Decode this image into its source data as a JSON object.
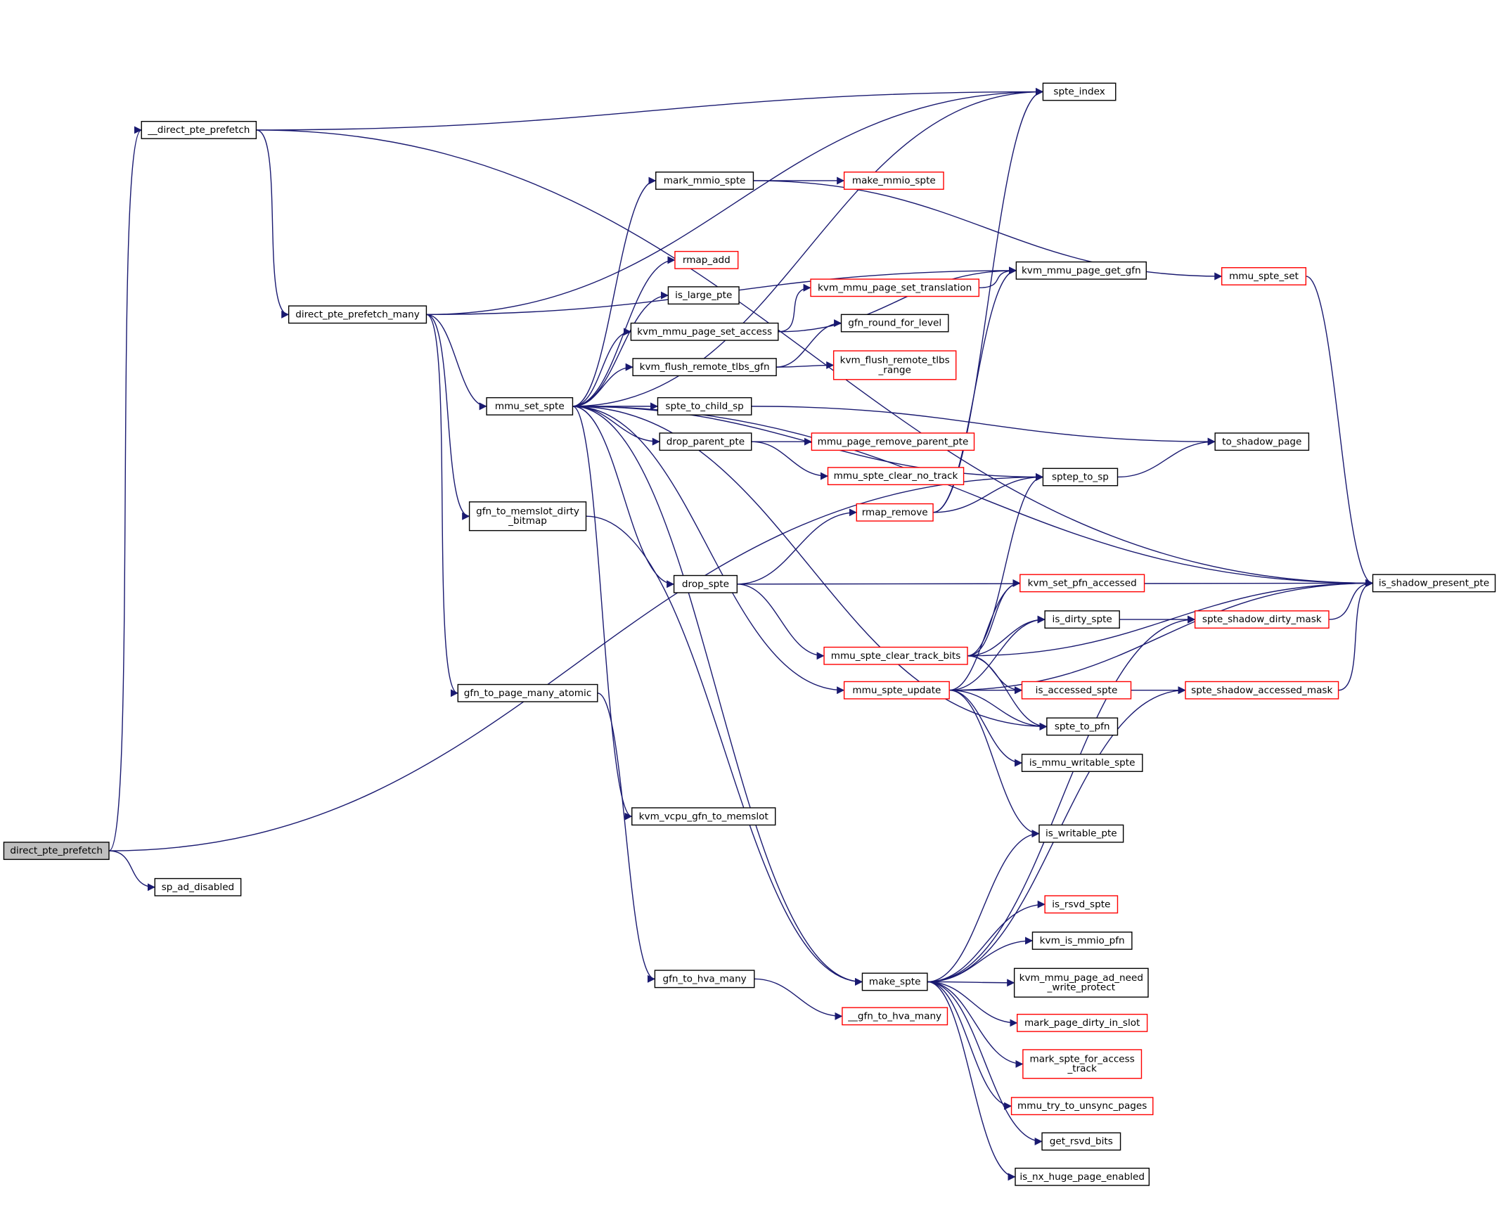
{
  "colors": {
    "edge": "#191970",
    "border_normal": "#000000",
    "border_truncated": "#ff0000",
    "fill_root": "#bfbfbf",
    "fill_normal": "#ffffff"
  },
  "nodes": [
    {
      "id": "direct_pte_prefetch",
      "lines": [
        "direct_pte_prefetch"
      ],
      "style": "root"
    },
    {
      "id": "__direct_pte_prefetch",
      "lines": [
        "__direct_pte_prefetch"
      ],
      "style": "normal"
    },
    {
      "id": "sp_ad_disabled",
      "lines": [
        "sp_ad_disabled"
      ],
      "style": "normal"
    },
    {
      "id": "sptep_to_sp",
      "lines": [
        "sptep_to_sp"
      ],
      "style": "normal"
    },
    {
      "id": "direct_pte_prefetch_many",
      "lines": [
        "direct_pte_prefetch_many"
      ],
      "style": "normal"
    },
    {
      "id": "is_shadow_present_pte",
      "lines": [
        "is_shadow_present_pte"
      ],
      "style": "normal"
    },
    {
      "id": "spte_index",
      "lines": [
        "spte_index"
      ],
      "style": "normal"
    },
    {
      "id": "gfn_to_memslot_dirty_bitmap",
      "lines": [
        "gfn_to_memslot_dirty",
        "_bitmap"
      ],
      "style": "normal"
    },
    {
      "id": "gfn_to_page_many_atomic",
      "lines": [
        "gfn_to_page_many_atomic"
      ],
      "style": "normal"
    },
    {
      "id": "kvm_mmu_page_get_gfn",
      "lines": [
        "kvm_mmu_page_get_gfn"
      ],
      "style": "normal"
    },
    {
      "id": "mmu_set_spte",
      "lines": [
        "mmu_set_spte"
      ],
      "style": "normal"
    },
    {
      "id": "make_spte",
      "lines": [
        "make_spte"
      ],
      "style": "normal"
    },
    {
      "id": "gfn_to_hva_many",
      "lines": [
        "gfn_to_hva_many"
      ],
      "style": "normal"
    },
    {
      "id": "__gfn_to_hva_many",
      "lines": [
        "__gfn_to_hva_many"
      ],
      "style": "truncated"
    },
    {
      "id": "drop_parent_pte",
      "lines": [
        "drop_parent_pte"
      ],
      "style": "normal"
    },
    {
      "id": "drop_spte",
      "lines": [
        "drop_spte"
      ],
      "style": "normal"
    },
    {
      "id": "is_large_pte",
      "lines": [
        "is_large_pte"
      ],
      "style": "normal"
    },
    {
      "id": "kvm_flush_remote_tlbs_gfn",
      "lines": [
        "kvm_flush_remote_tlbs_gfn"
      ],
      "style": "normal"
    },
    {
      "id": "kvm_mmu_page_set_access",
      "lines": [
        "kvm_mmu_page_set_access"
      ],
      "style": "normal"
    },
    {
      "id": "kvm_vcpu_gfn_to_memslot",
      "lines": [
        "kvm_vcpu_gfn_to_memslot"
      ],
      "style": "normal"
    },
    {
      "id": "mark_mmio_spte",
      "lines": [
        "mark_mmio_spte"
      ],
      "style": "normal"
    },
    {
      "id": "mmu_spte_update",
      "lines": [
        "mmu_spte_update"
      ],
      "style": "truncated"
    },
    {
      "id": "rmap_add",
      "lines": [
        "rmap_add"
      ],
      "style": "truncated"
    },
    {
      "id": "spte_to_child_sp",
      "lines": [
        "spte_to_child_sp"
      ],
      "style": "normal"
    },
    {
      "id": "spte_to_pfn",
      "lines": [
        "spte_to_pfn"
      ],
      "style": "normal"
    },
    {
      "id": "mmu_page_remove_parent_pte",
      "lines": [
        "mmu_page_remove_parent_pte"
      ],
      "style": "truncated"
    },
    {
      "id": "mmu_spte_clear_no_track",
      "lines": [
        "mmu_spte_clear_no_track"
      ],
      "style": "truncated"
    },
    {
      "id": "mmu_spte_clear_track_bits",
      "lines": [
        "mmu_spte_clear_track_bits"
      ],
      "style": "truncated"
    },
    {
      "id": "rmap_remove",
      "lines": [
        "rmap_remove"
      ],
      "style": "truncated"
    },
    {
      "id": "is_accessed_spte",
      "lines": [
        "is_accessed_spte"
      ],
      "style": "truncated"
    },
    {
      "id": "is_dirty_spte",
      "lines": [
        "is_dirty_spte"
      ],
      "style": "normal"
    },
    {
      "id": "kvm_set_pfn_accessed",
      "lines": [
        "kvm_set_pfn_accessed"
      ],
      "style": "truncated"
    },
    {
      "id": "spte_shadow_accessed_mask",
      "lines": [
        "spte_shadow_accessed_mask"
      ],
      "style": "truncated"
    },
    {
      "id": "spte_shadow_dirty_mask",
      "lines": [
        "spte_shadow_dirty_mask"
      ],
      "style": "truncated"
    },
    {
      "id": "gfn_round_for_level",
      "lines": [
        "gfn_round_for_level"
      ],
      "style": "normal"
    },
    {
      "id": "kvm_flush_remote_tlbs_range",
      "lines": [
        "kvm_flush_remote_tlbs",
        "_range"
      ],
      "style": "truncated"
    },
    {
      "id": "kvm_mmu_page_set_translation",
      "lines": [
        "kvm_mmu_page_set_translation"
      ],
      "style": "truncated"
    },
    {
      "id": "get_rsvd_bits",
      "lines": [
        "get_rsvd_bits"
      ],
      "style": "normal"
    },
    {
      "id": "is_nx_huge_page_enabled",
      "lines": [
        "is_nx_huge_page_enabled"
      ],
      "style": "normal"
    },
    {
      "id": "is_rsvd_spte",
      "lines": [
        "is_rsvd_spte"
      ],
      "style": "truncated"
    },
    {
      "id": "is_writable_pte",
      "lines": [
        "is_writable_pte"
      ],
      "style": "normal"
    },
    {
      "id": "kvm_is_mmio_pfn",
      "lines": [
        "kvm_is_mmio_pfn"
      ],
      "style": "normal"
    },
    {
      "id": "kvm_mmu_page_ad_need_write_protect",
      "lines": [
        "kvm_mmu_page_ad_need",
        "_write_protect"
      ],
      "style": "normal"
    },
    {
      "id": "mark_page_dirty_in_slot",
      "lines": [
        "mark_page_dirty_in_slot"
      ],
      "style": "truncated"
    },
    {
      "id": "mark_spte_for_access_track",
      "lines": [
        "mark_spte_for_access",
        "_track"
      ],
      "style": "truncated"
    },
    {
      "id": "mmu_try_to_unsync_pages",
      "lines": [
        "mmu_try_to_unsync_pages"
      ],
      "style": "truncated"
    },
    {
      "id": "make_mmio_spte",
      "lines": [
        "make_mmio_spte"
      ],
      "style": "truncated"
    },
    {
      "id": "mmu_spte_set",
      "lines": [
        "mmu_spte_set"
      ],
      "style": "truncated"
    },
    {
      "id": "to_shadow_page",
      "lines": [
        "to_shadow_page"
      ],
      "style": "normal"
    },
    {
      "id": "is_mmu_writable_spte",
      "lines": [
        "is_mmu_writable_spte"
      ],
      "style": "normal"
    }
  ],
  "edges": [
    [
      "direct_pte_prefetch",
      "__direct_pte_prefetch"
    ],
    [
      "direct_pte_prefetch",
      "sp_ad_disabled"
    ],
    [
      "direct_pte_prefetch",
      "sptep_to_sp"
    ],
    [
      "__direct_pte_prefetch",
      "direct_pte_prefetch_many"
    ],
    [
      "__direct_pte_prefetch",
      "is_shadow_present_pte"
    ],
    [
      "__direct_pte_prefetch",
      "spte_index"
    ],
    [
      "direct_pte_prefetch_many",
      "gfn_to_memslot_dirty_bitmap"
    ],
    [
      "direct_pte_prefetch_many",
      "gfn_to_page_many_atomic"
    ],
    [
      "direct_pte_prefetch_many",
      "kvm_mmu_page_get_gfn"
    ],
    [
      "direct_pte_prefetch_many",
      "mmu_set_spte"
    ],
    [
      "direct_pte_prefetch_many",
      "spte_index"
    ],
    [
      "gfn_to_memslot_dirty_bitmap",
      "make_spte"
    ],
    [
      "gfn_to_page_many_atomic",
      "gfn_to_hva_many"
    ],
    [
      "gfn_to_hva_many",
      "__gfn_to_hva_many"
    ],
    [
      "mmu_set_spte",
      "drop_parent_pte"
    ],
    [
      "mmu_set_spte",
      "drop_spte"
    ],
    [
      "mmu_set_spte",
      "is_large_pte"
    ],
    [
      "mmu_set_spte",
      "is_shadow_present_pte"
    ],
    [
      "mmu_set_spte",
      "kvm_flush_remote_tlbs_gfn"
    ],
    [
      "mmu_set_spte",
      "kvm_mmu_page_set_access"
    ],
    [
      "mmu_set_spte",
      "kvm_vcpu_gfn_to_memslot"
    ],
    [
      "mmu_set_spte",
      "make_spte"
    ],
    [
      "mmu_set_spte",
      "mark_mmio_spte"
    ],
    [
      "mmu_set_spte",
      "mmu_spte_update"
    ],
    [
      "mmu_set_spte",
      "rmap_add"
    ],
    [
      "mmu_set_spte",
      "spte_index"
    ],
    [
      "mmu_set_spte",
      "spte_to_child_sp"
    ],
    [
      "mmu_set_spte",
      "spte_to_pfn"
    ],
    [
      "mmu_set_spte",
      "sptep_to_sp"
    ],
    [
      "drop_parent_pte",
      "mmu_page_remove_parent_pte"
    ],
    [
      "drop_parent_pte",
      "mmu_spte_clear_no_track"
    ],
    [
      "drop_spte",
      "is_shadow_present_pte"
    ],
    [
      "drop_spte",
      "mmu_spte_clear_track_bits"
    ],
    [
      "drop_spte",
      "rmap_remove"
    ],
    [
      "mmu_spte_clear_track_bits",
      "is_accessed_spte"
    ],
    [
      "mmu_spte_clear_track_bits",
      "is_dirty_spte"
    ],
    [
      "mmu_spte_clear_track_bits",
      "is_shadow_present_pte"
    ],
    [
      "mmu_spte_clear_track_bits",
      "kvm_set_pfn_accessed"
    ],
    [
      "mmu_spte_clear_track_bits",
      "spte_to_pfn"
    ],
    [
      "mmu_spte_clear_track_bits",
      "sptep_to_sp"
    ],
    [
      "is_accessed_spte",
      "spte_shadow_accessed_mask"
    ],
    [
      "spte_shadow_accessed_mask",
      "is_shadow_present_pte"
    ],
    [
      "is_dirty_spte",
      "spte_shadow_dirty_mask"
    ],
    [
      "spte_shadow_dirty_mask",
      "is_shadow_present_pte"
    ],
    [
      "rmap_remove",
      "kvm_mmu_page_get_gfn"
    ],
    [
      "rmap_remove",
      "spte_index"
    ],
    [
      "rmap_remove",
      "sptep_to_sp"
    ],
    [
      "sptep_to_sp",
      "to_shadow_page"
    ],
    [
      "kvm_flush_remote_tlbs_gfn",
      "gfn_round_for_level"
    ],
    [
      "kvm_flush_remote_tlbs_gfn",
      "kvm_flush_remote_tlbs_range"
    ],
    [
      "kvm_mmu_page_set_access",
      "kvm_mmu_page_get_gfn"
    ],
    [
      "kvm_mmu_page_set_access",
      "kvm_mmu_page_set_translation"
    ],
    [
      "kvm_mmu_page_set_translation",
      "kvm_mmu_page_get_gfn"
    ],
    [
      "make_spte",
      "get_rsvd_bits"
    ],
    [
      "make_spte",
      "is_nx_huge_page_enabled"
    ],
    [
      "make_spte",
      "is_rsvd_spte"
    ],
    [
      "make_spte",
      "is_writable_pte"
    ],
    [
      "make_spte",
      "kvm_is_mmio_pfn"
    ],
    [
      "make_spte",
      "kvm_mmu_page_ad_need_write_protect"
    ],
    [
      "make_spte",
      "mark_page_dirty_in_slot"
    ],
    [
      "make_spte",
      "mark_spte_for_access_track"
    ],
    [
      "make_spte",
      "mmu_try_to_unsync_pages"
    ],
    [
      "make_spte",
      "spte_shadow_accessed_mask"
    ],
    [
      "make_spte",
      "spte_shadow_dirty_mask"
    ],
    [
      "mark_mmio_spte",
      "make_mmio_spte"
    ],
    [
      "mark_mmio_spte",
      "mmu_spte_set"
    ],
    [
      "mmu_spte_set",
      "is_shadow_present_pte"
    ],
    [
      "mmu_spte_update",
      "is_accessed_spte"
    ],
    [
      "mmu_spte_update",
      "is_dirty_spte"
    ],
    [
      "mmu_spte_update",
      "is_mmu_writable_spte"
    ],
    [
      "mmu_spte_update",
      "is_shadow_present_pte"
    ],
    [
      "mmu_spte_update",
      "is_writable_pte"
    ],
    [
      "mmu_spte_update",
      "kvm_set_pfn_accessed"
    ],
    [
      "mmu_spte_update",
      "spte_to_pfn"
    ],
    [
      "spte_to_child_sp",
      "to_shadow_page"
    ]
  ]
}
